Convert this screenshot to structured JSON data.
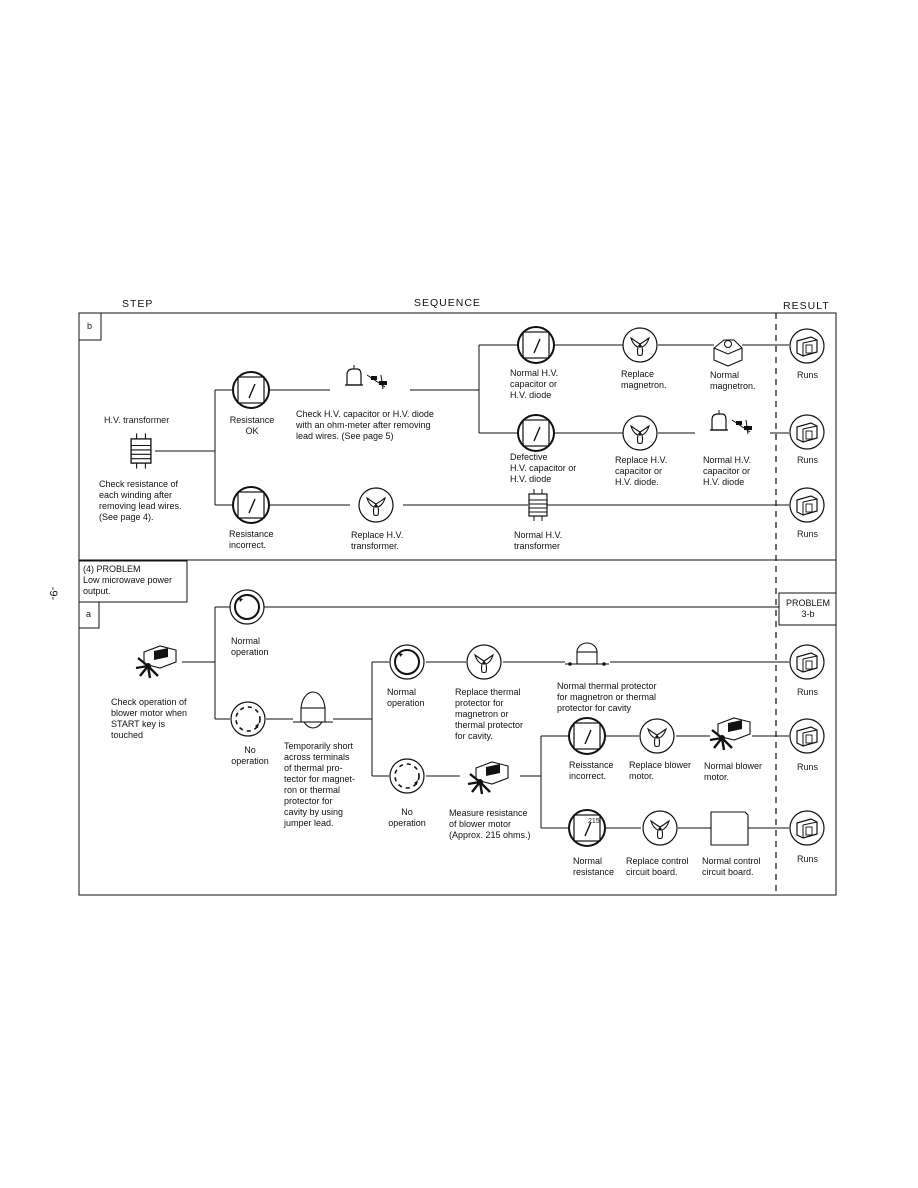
{
  "header": {
    "step": "STEP",
    "sequence": "SEQUENCE",
    "result": "RESULT"
  },
  "page_number": "-9-",
  "section_b": {
    "tag": "b",
    "hv_transformer": "H.V. transformer",
    "check_resistance": [
      "Check resistance of",
      "each winding after",
      "removing lead wires.",
      "(See page 4)."
    ],
    "resistance_ok": [
      "Resistance",
      "OK"
    ],
    "check_hv_cap": [
      "Check H.V. capacitor or H.V. diode",
      "with an ohm-meter after removing",
      "lead wires. (See page 5)"
    ],
    "normal_hv_cap": [
      "Normal H.V.",
      "capacitor or",
      "H.V. diode"
    ],
    "replace_magnetron": [
      "Replace",
      "magnetron."
    ],
    "normal_magnetron": [
      "Normal",
      "magnetron."
    ],
    "defective_hv_cap": [
      "Defective",
      "H.V. capacitor or",
      "H.V. diode"
    ],
    "replace_hv_cap": [
      "Replace H.V.",
      "capacitor or",
      "H.V. diode."
    ],
    "normal_hv_cap2": [
      "Normal H.V.",
      "capacitor or",
      "H.V. diode"
    ],
    "resistance_incorrect": [
      "Resistance",
      "incorrect."
    ],
    "replace_hv_transformer": [
      "Replace H.V.",
      "transformer."
    ],
    "normal_hv_transformer": [
      "Normal H.V.",
      "transformer"
    ],
    "runs": "Runs"
  },
  "problem": {
    "title": "(4) PROBLEM",
    "desc": [
      "Low microwave power",
      "output."
    ]
  },
  "section_a": {
    "tag": "a",
    "check_blower": [
      "Check operation of",
      "blower motor when",
      "START key is",
      "touched"
    ],
    "normal_operation": [
      "Normal",
      "operation"
    ],
    "problem_3b": [
      "PROBLEM",
      "3-b"
    ],
    "no_operation": [
      "No",
      "operation"
    ],
    "temporarily_short": [
      "Temporarily short",
      "across terminals",
      "of thermal pro-",
      "tector for magnet-",
      "ron or thermal",
      "protector for",
      "cavity by using",
      "jumper lead."
    ],
    "normal_operation2": [
      "Normal",
      "operation"
    ],
    "replace_thermal": [
      "Replace thermal",
      "protector for",
      "magnetron or",
      "thermal protector",
      "for cavity."
    ],
    "normal_thermal": [
      "Normal thermal protector",
      "for magnetron or thermal",
      "protector for cavity"
    ],
    "no_operation2": [
      "No",
      "operation"
    ],
    "measure_resistance": [
      "Measure resistance",
      "of blower motor",
      "(Approx. 215 ohms.)"
    ],
    "resistance_incorrect": [
      "Reisstance",
      "incorrect."
    ],
    "replace_blower": [
      "Replace blower",
      "motor."
    ],
    "normal_blower": [
      "Normal blower",
      "motor."
    ],
    "normal_resistance": [
      "Normal",
      "resistance"
    ],
    "replace_control": [
      "Replace control",
      "circuit board."
    ],
    "normal_control": [
      "Normal control",
      "circuit board."
    ],
    "meter_value": "215",
    "runs": "Runs"
  }
}
